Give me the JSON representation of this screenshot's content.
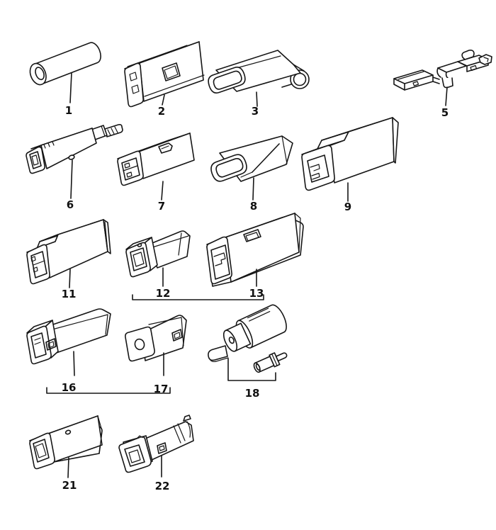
{
  "canvas": {
    "background": "#ffffff",
    "line_color": "#161616",
    "label_color": "#111111"
  },
  "figure_kind": "connector-housing-parts-diagram",
  "parts": [
    {
      "label": "1",
      "shape": "round-insulating-sleeve"
    },
    {
      "label": "2",
      "shape": "flat-two-pole-housing"
    },
    {
      "label": "3",
      "shape": "flat-sleeve-with-ring-eyelet"
    },
    {
      "label": "5",
      "shape": "multi-tab-terminal-bracket"
    },
    {
      "label": "6",
      "shape": "long-plug-housing-with-blade"
    },
    {
      "label": "7",
      "shape": "two-pole-connector-housing"
    },
    {
      "label": "8",
      "shape": "flat-sleeve"
    },
    {
      "label": "9",
      "shape": "stepped-connector-housing"
    },
    {
      "label": "11",
      "shape": "stepped-connector-housing-small"
    },
    {
      "label": "12",
      "shape": "single-pole-housing"
    },
    {
      "label": "13",
      "shape": "long-single-pole-housing-with-window"
    },
    {
      "label": "16",
      "shape": "single-pole-housing-with-side-window"
    },
    {
      "label": "17",
      "shape": "round-hole-flanged-plug"
    },
    {
      "label": "18",
      "shape": "cylindrical-housing-with-bullet-terminal"
    },
    {
      "label": "21",
      "shape": "square-tube-housing"
    },
    {
      "label": "22",
      "shape": "flanged-socket-with-ribbed-body"
    }
  ]
}
